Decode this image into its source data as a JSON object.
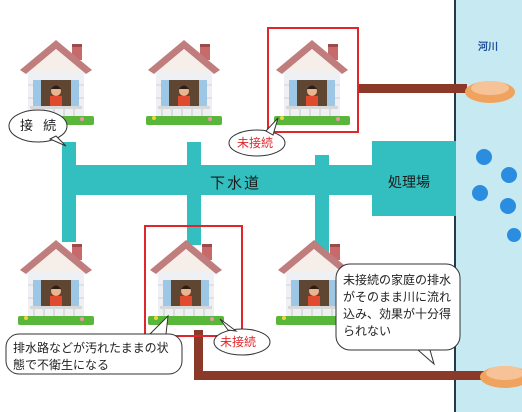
{
  "labels": {
    "river": "河川",
    "sewer": "下水道",
    "plant": "処理場"
  },
  "callouts": {
    "connected": "接 続",
    "unconnected_top": "未接続",
    "unconnected_bottom": "未接続",
    "river_note": "未接続の家庭の排水がそのまま川に流れ込み、効果が十分得られない",
    "drain_note": "排水路などが汚れたままの状態で不衛生になる"
  },
  "colors": {
    "sewer_pipe": "#33bfbf",
    "drain_pipe": "#8b3a2a",
    "river": "#c7eaf2",
    "highlight": "#e0262b"
  }
}
